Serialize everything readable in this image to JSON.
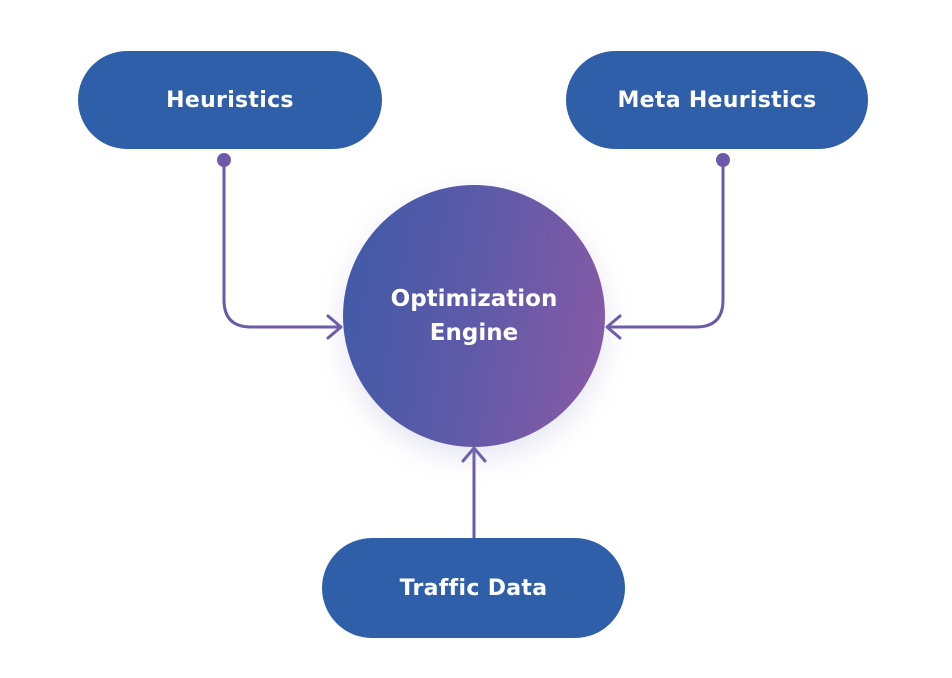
{
  "nodes": {
    "heuristics": {
      "label": "Heuristics"
    },
    "meta_heuristics": {
      "label": "Meta Heuristics"
    },
    "engine": {
      "line1": "Optimization",
      "line2": "Engine"
    },
    "traffic_data": {
      "label": "Traffic Data"
    }
  },
  "edges": [
    {
      "from": "Heuristics",
      "to": "Optimization Engine"
    },
    {
      "from": "Meta Heuristics",
      "to": "Optimization Engine"
    },
    {
      "from": "Traffic Data",
      "to": "Optimization Engine"
    }
  ],
  "colors": {
    "node_fill": "#2f5fa8",
    "connector": "#6c5aa8",
    "engine_gradient_start": "#3f5aa8",
    "engine_gradient_end": "#8a5aa6",
    "text": "#ffffff",
    "background": "#ffffff"
  }
}
